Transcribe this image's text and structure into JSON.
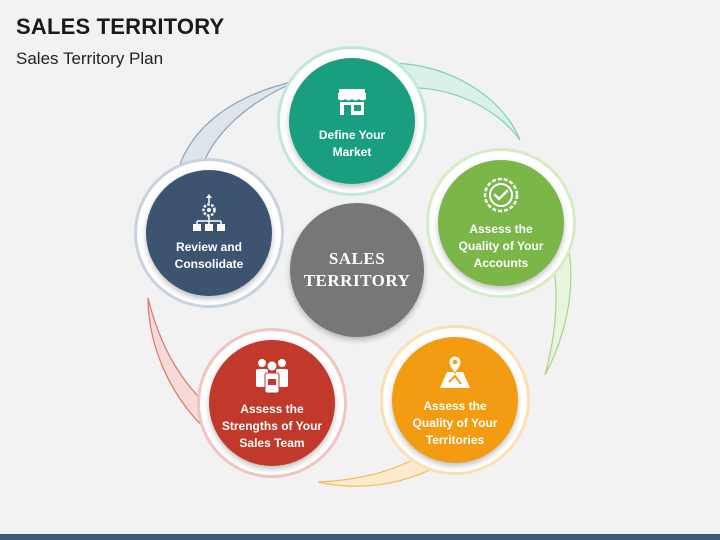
{
  "header": {
    "title": "SALES TERRITORY",
    "subtitle": "Sales Territory Plan"
  },
  "center": {
    "label": "SALES\nTERRITORY",
    "color": "#777777"
  },
  "nodes": [
    {
      "id": "define-market",
      "label": "Define Your\nMarket",
      "color": "#1a9e80",
      "ring": "#bfe8da",
      "icon": "store-icon"
    },
    {
      "id": "assess-accounts",
      "label": "Assess the\nQuality of Your\nAccounts",
      "color": "#7ab648",
      "ring": "#d7ecc4",
      "icon": "badge-check-icon"
    },
    {
      "id": "assess-territories",
      "label": "Assess the\nQuality of Your\nTerritories",
      "color": "#f39c12",
      "ring": "#fbe0b3",
      "icon": "map-pin-icon"
    },
    {
      "id": "assess-team",
      "label": "Assess the\nStrengths of Your\nSales Team",
      "color": "#c0392b",
      "ring": "#f0c5c0",
      "icon": "team-icon"
    },
    {
      "id": "review-consolidate",
      "label": "Review and\nConsolidate",
      "color": "#3d5470",
      "ring": "#c9d3de",
      "icon": "hierarchy-icon"
    }
  ]
}
